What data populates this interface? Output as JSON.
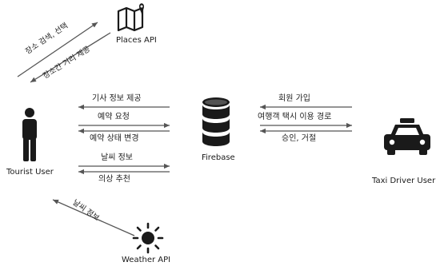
{
  "nodes": {
    "places_api": {
      "label": "Places API",
      "icon": "map-icon"
    },
    "tourist_user": {
      "label": "Tourist User",
      "icon": "person-icon"
    },
    "firebase": {
      "label": "Firebase",
      "icon": "database-icon"
    },
    "taxi_driver": {
      "label": "Taxi Driver User",
      "icon": "taxi-icon"
    },
    "weather_api": {
      "label": "Weather API",
      "icon": "sun-icon"
    }
  },
  "edges": {
    "places_search": "장소 검색, 선택",
    "places_distance": "장소간 거리 제공",
    "driver_info": "기사 정보 제공",
    "reservation_request": "예약 요청",
    "reservation_status": "예약 상태 변경",
    "weather_info": "날씨 정보",
    "clothing_recommend": "의상 추천",
    "driver_signup": "회원 가입",
    "taxi_route": "여행객 택시 이용 경로",
    "approve_reject": "승인, 거절",
    "weather_api_info": "날씨 정보"
  },
  "colors": {
    "ink": "#1a1a1a",
    "arrow": "#555555",
    "background": "#ffffff"
  }
}
